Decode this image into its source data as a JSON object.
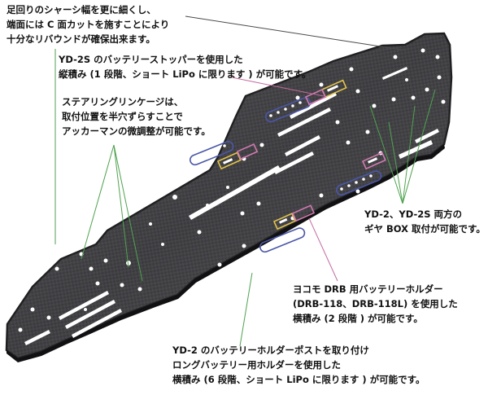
{
  "callouts": {
    "chassis_width": {
      "lines": [
        "足回りのシャーシ幅を更に細くし、",
        "端面には C 面カットを施すことにより",
        "十分なリバウンドが確保出来ます。"
      ]
    },
    "battery_stopper": {
      "lines": [
        "YD-2S のバッテリーストッパーを使用した",
        "縦積み (1 段階、ショート LiPo に限ります ) が可能です。"
      ]
    },
    "steering_linkage": {
      "lines": [
        "ステアリングリンケージは、",
        "取付位置を半穴ずらすことで",
        "アッカーマンの微調整が可能です。"
      ]
    },
    "gear_box": {
      "lines": [
        "YD-2、YD-2S 両方の",
        "ギヤ BOX 取付が可能です。"
      ]
    },
    "drb_holder": {
      "lines": [
        "ヨコモ DRB 用バッテリーホルダー",
        "(DRB-118、DRB-118L) を使用した",
        "横積み (2 段階 ) が可能です。"
      ]
    },
    "long_holder": {
      "lines": [
        "YD-2 のバッテリーホルダーポストを取り付け",
        "ロングバッテリー用ホルダーを使用した",
        "横積み (6 段階、ショート LiPo に限ります ) が可能です。"
      ]
    }
  },
  "colors": {
    "plate": "#3a3a3c",
    "plate_edge": "#1c1c1e",
    "leader_green": "#4fa24f",
    "leader_pink": "#c46aa0",
    "box_yellow": "#e2c44a",
    "box_pink": "#d07ab0",
    "outline_blue": "#4a57a8"
  }
}
